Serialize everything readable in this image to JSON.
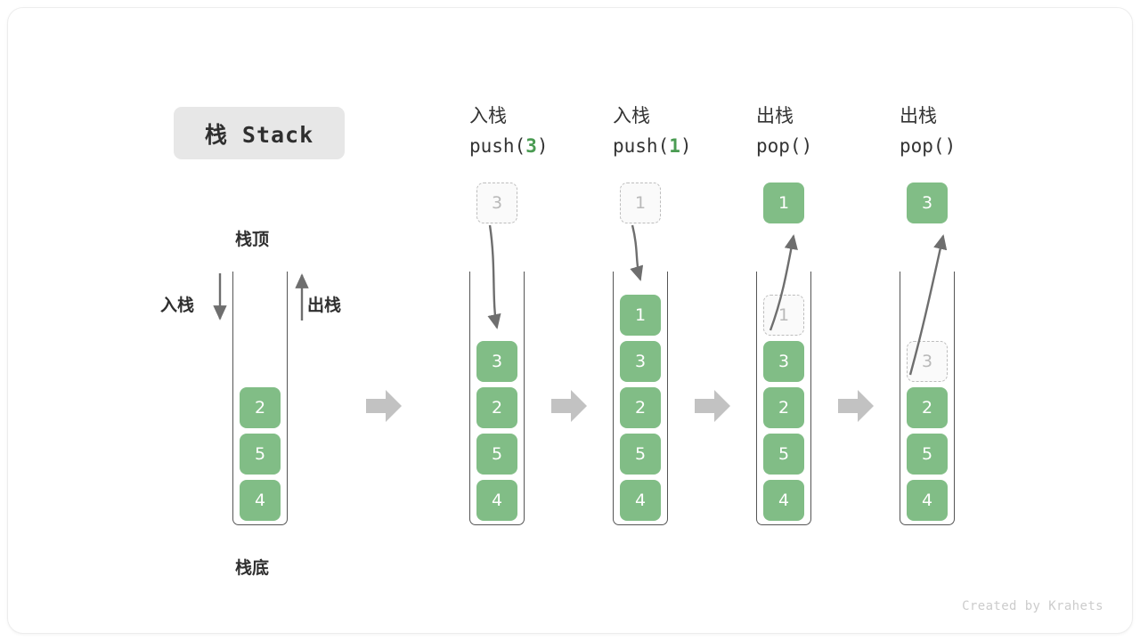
{
  "title": {
    "text": "栈 Stack"
  },
  "labels": {
    "top": "栈顶",
    "bottom": "栈底",
    "push_side": "入栈",
    "pop_side": "出栈"
  },
  "colors": {
    "cell_fill": "#81bd86",
    "cell_text": "#ffffff",
    "ghost_fill": "#fafafa",
    "ghost_text": "#b9b9b9",
    "ghost_border": "#bdbdbd",
    "accent_green": "#4a9b52",
    "container_border": "#555555",
    "arrow_gray": "#6e6e6e",
    "flow_arrow_gray": "#c2c2c2",
    "title_chip_bg": "#e7e7e7",
    "footer_text": "#cccccc"
  },
  "columns": [
    {
      "id": "initial",
      "head_cn": "",
      "head_code": "",
      "cells": [
        "2",
        "5",
        "4"
      ],
      "ghost_index": -1,
      "float_cell": null,
      "float_kind": null
    },
    {
      "id": "push-3",
      "head_cn": "入栈",
      "head_code_prefix": "push(",
      "head_code_arg": "3",
      "head_code_suffix": ")",
      "cells": [
        "3",
        "2",
        "5",
        "4"
      ],
      "ghost_index": -1,
      "float_cell": "3",
      "float_kind": "ghost"
    },
    {
      "id": "push-1",
      "head_cn": "入栈",
      "head_code_prefix": "push(",
      "head_code_arg": "1",
      "head_code_suffix": ")",
      "cells": [
        "1",
        "3",
        "2",
        "5",
        "4"
      ],
      "ghost_index": -1,
      "float_cell": "1",
      "float_kind": "ghost"
    },
    {
      "id": "pop-1",
      "head_cn": "出栈",
      "head_code_prefix": "pop(",
      "head_code_arg": "",
      "head_code_suffix": ")",
      "cells": [
        "1",
        "3",
        "2",
        "5",
        "4"
      ],
      "ghost_index": 0,
      "float_cell": "1",
      "float_kind": "solid"
    },
    {
      "id": "pop-3",
      "head_cn": "出栈",
      "head_code_prefix": "pop(",
      "head_code_arg": "",
      "head_code_suffix": ")",
      "cells": [
        "3",
        "2",
        "5",
        "4"
      ],
      "ghost_index": 0,
      "float_cell": "3",
      "float_kind": "solid"
    }
  ],
  "footer": {
    "credit": "Created by Krahets"
  }
}
